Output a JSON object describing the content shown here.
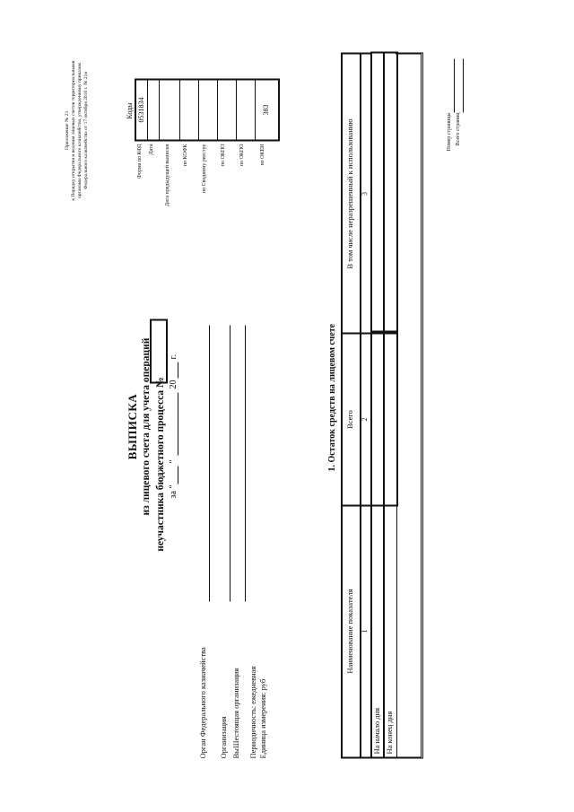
{
  "appendix": {
    "lines": [
      "Приложение № 23",
      "к Порядку открытия и ведения лицевых счетов территориальными",
      "органами Федерального казначейства, утвержденному приказом",
      "Федерального казначейства от 17 октября 2016 г. № 21н"
    ]
  },
  "codes": {
    "header": "Коды",
    "rows": [
      {
        "label": "Форма по КФД",
        "value": "0531834"
      },
      {
        "label": "Дата",
        "value": ""
      },
      {
        "label": "Дата предыдущей выписки",
        "value": ""
      },
      {
        "label": "по КОФК",
        "value": ""
      },
      {
        "label": "по Сводному реестру",
        "value": ""
      },
      {
        "label": "по ОКПО",
        "value": ""
      },
      {
        "label": "по ОКПО",
        "value": ""
      },
      {
        "label": "по ОКЕИ",
        "value": "383"
      }
    ]
  },
  "title": {
    "main": "ВЫПИСКА",
    "line2": "из лицевого счета для учета операций",
    "line3": "неучастника бюджетного процесса №",
    "date_prefix": "за \"",
    "date_quote": "\"",
    "year_prefix": "20",
    "year_suffix": "г."
  },
  "fields": [
    "Орган Федерального казначейства",
    "Организация",
    "ВыШестоящая организация",
    "Периодичность: ежедневная",
    "Единица измерения: руб"
  ],
  "section": {
    "title": "1. Остаток средств на лицевом счете",
    "columns": [
      "Наименование показателя",
      "Всего",
      "В том числе неразрешенный к использованию"
    ],
    "col_numbers": [
      "1",
      "2",
      "3"
    ],
    "rows": [
      {
        "label": "На начало дня",
        "total": "",
        "restricted": ""
      },
      {
        "label": "На конец дня",
        "total": "",
        "restricted": ""
      }
    ]
  },
  "pagination": {
    "page_label": "Номер страницы",
    "total_label": "Всего страниц"
  }
}
